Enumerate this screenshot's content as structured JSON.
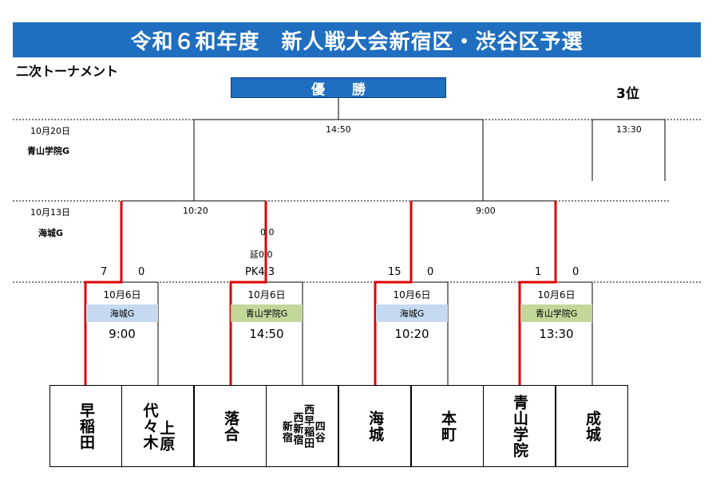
{
  "header": {
    "title": "令和６和年度　新人戦大会新宿区・渋谷区予選"
  },
  "subtitle": "二次トーナメント",
  "final": {
    "label": "優　　勝",
    "date": "10月20日",
    "venue": "青山学院G",
    "time": "14:50"
  },
  "third_place": {
    "label": "3位",
    "time": "13:30"
  },
  "semis": {
    "date": "10月13日",
    "venue": "海城G",
    "left": {
      "time": "10:20",
      "score_regular": "0 0",
      "score_extra": "延0 0",
      "score_pk": "PK4 3"
    },
    "right": {
      "time": "9:00"
    }
  },
  "matches": [
    {
      "date": "10月6日",
      "venue": "海城G",
      "time": "9:00",
      "score_left": "7",
      "score_right": "0"
    },
    {
      "date": "10月6日",
      "venue": "青山学院G",
      "time": "14:50",
      "score_left": "",
      "score_right": ""
    },
    {
      "date": "10月6日",
      "venue": "海城G",
      "time": "10:20",
      "score_left": "15",
      "score_right": "0"
    },
    {
      "date": "10月6日",
      "venue": "青山学院G",
      "time": "13:30",
      "score_left": "1",
      "score_right": "0"
    }
  ],
  "teams": [
    {
      "name": "早稲田"
    },
    {
      "name": "上原"
    },
    {
      "name": "代々木"
    },
    {
      "name": "落合"
    },
    {
      "name": "西早稲田"
    },
    {
      "name": "四谷"
    },
    {
      "name": "西新宿"
    },
    {
      "name": "新宿"
    },
    {
      "name": "海城"
    },
    {
      "name": "本町"
    },
    {
      "name": "青山学院"
    },
    {
      "name": "成城"
    }
  ],
  "colors": {
    "banner": "#1f6ec0",
    "winner_line": "#e00000",
    "venue_kaijo": "#c5d9f1",
    "venue_aoyama": "#c4d79b"
  }
}
